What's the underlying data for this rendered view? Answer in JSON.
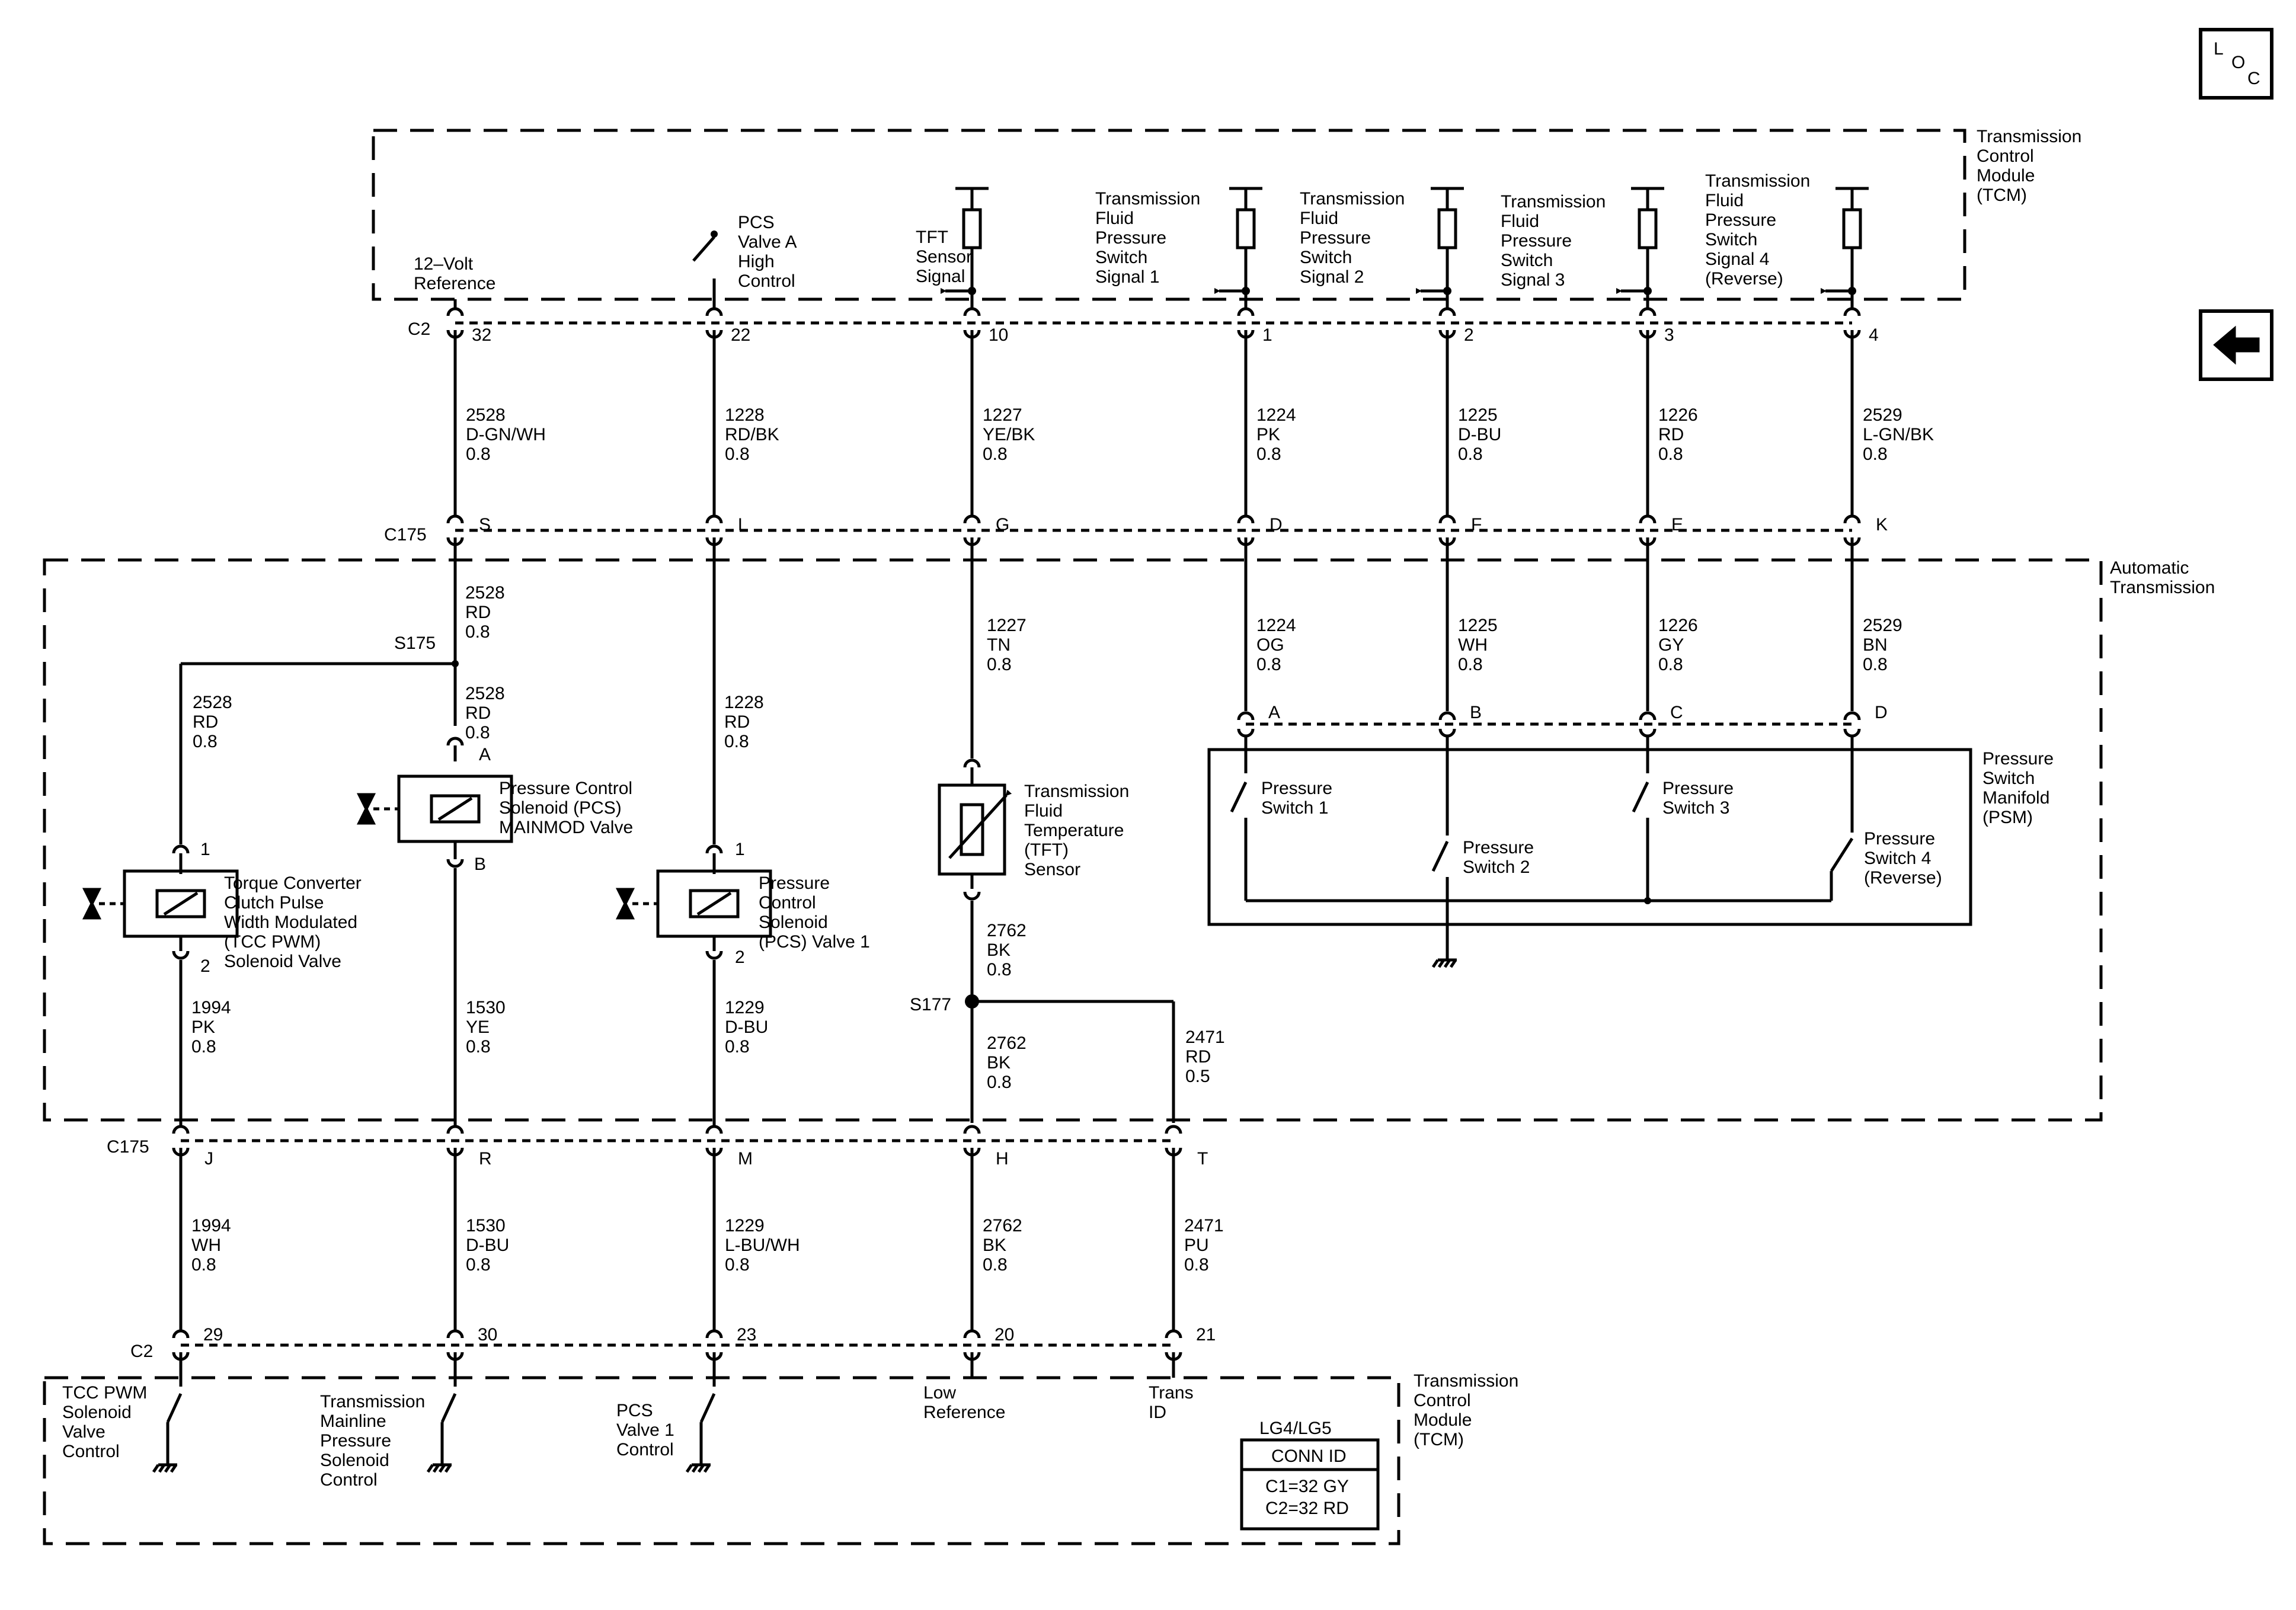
{
  "corner": {
    "loc_letters": [
      "L",
      "O",
      "C"
    ],
    "back_icon": "left-arrow-icon"
  },
  "modules": {
    "tcm_top": [
      "Transmission",
      "Control",
      "Module",
      "(TCM)"
    ],
    "auto_trans": [
      "Automatic",
      "Transmission"
    ],
    "psm": [
      "Pressure",
      "Switch",
      "Manifold",
      "(PSM)"
    ],
    "tcm_bottom": [
      "Transmission",
      "Control",
      "Module",
      "(TCM)"
    ]
  },
  "connectors": {
    "c2_top": "C2",
    "c175_top": "C175",
    "c175_bottom": "C175",
    "c2_bottom": "C2",
    "s175": "S175",
    "s177": "S177"
  },
  "top_signals": [
    [
      "12–Volt",
      "Reference"
    ],
    [
      "PCS",
      "Valve A",
      "High",
      "Control"
    ],
    [
      "TFT",
      "Sensor",
      "Signal"
    ],
    [
      "Transmission",
      "Fluid",
      "Pressure",
      "Switch",
      "Signal 1"
    ],
    [
      "Transmission",
      "Fluid",
      "Pressure",
      "Switch",
      "Signal 2"
    ],
    [
      "Transmission",
      "Fluid",
      "Pressure",
      "Switch",
      "Signal 3"
    ],
    [
      "Transmission",
      "Fluid",
      "Pressure",
      "Switch",
      "Signal 4",
      "(Reverse)"
    ]
  ],
  "c2_top_pins": [
    "32",
    "22",
    "10",
    "1",
    "2",
    "3",
    "4"
  ],
  "c175_top_pins": [
    "S",
    "L",
    "G",
    "D",
    "F",
    "E",
    "K"
  ],
  "upper_wires": [
    [
      "2528",
      "D-GN/WH",
      "0.8"
    ],
    [
      "1228",
      "RD/BK",
      "0.8"
    ],
    [
      "1227",
      "YE/BK",
      "0.8"
    ],
    [
      "1224",
      "PK",
      "0.8"
    ],
    [
      "1225",
      "D-BU",
      "0.8"
    ],
    [
      "1226",
      "RD",
      "0.8"
    ],
    [
      "2529",
      "L-GN/BK",
      "0.8"
    ]
  ],
  "inner_wires": {
    "w2528_a": [
      "2528",
      "RD",
      "0.8"
    ],
    "w2528_b": [
      "2528",
      "RD",
      "0.8"
    ],
    "w2528_c": [
      "2528",
      "RD",
      "0.8"
    ],
    "w1228": [
      "1228",
      "RD",
      "0.8"
    ],
    "w1227": [
      "1227",
      "TN",
      "0.8"
    ],
    "w1224": [
      "1224",
      "OG",
      "0.8"
    ],
    "w1225": [
      "1225",
      "WH",
      "0.8"
    ],
    "w1226": [
      "1226",
      "GY",
      "0.8"
    ],
    "w2529": [
      "2529",
      "BN",
      "0.8"
    ],
    "w1994": [
      "1994",
      "PK",
      "0.8"
    ],
    "w1530": [
      "1530",
      "YE",
      "0.8"
    ],
    "w1229": [
      "1229",
      "D-BU",
      "0.8"
    ],
    "w2762_a": [
      "2762",
      "BK",
      "0.8"
    ],
    "w2762_b": [
      "2762",
      "BK",
      "0.8"
    ],
    "w2471": [
      "2471",
      "RD",
      "0.5"
    ]
  },
  "psm_pins": [
    "A",
    "B",
    "C",
    "D"
  ],
  "components": {
    "pcs_mainmod": [
      "Pressure Control",
      "Solenoid (PCS)",
      "MAINMOD Valve"
    ],
    "tcc_pwm": [
      "Torque Converter",
      "Clutch Pulse",
      "Width Modulated",
      "(TCC PWM)",
      "Solenoid Valve"
    ],
    "pcs_valve1": [
      "Pressure",
      "Control",
      "Solenoid",
      "(PCS) Valve 1"
    ],
    "tft_sensor": [
      "Transmission",
      "Fluid",
      "Temperature",
      "(TFT)",
      "Sensor"
    ],
    "ps1": [
      "Pressure",
      "Switch 1"
    ],
    "ps2": [
      "Pressure",
      "Switch 2"
    ],
    "ps3": [
      "Pressure",
      "Switch 3"
    ],
    "ps4": [
      "Pressure",
      "Switch 4",
      "(Reverse)"
    ]
  },
  "comp_pins": {
    "mainmod_a": "A",
    "mainmod_b": "B",
    "tcc_1": "1",
    "tcc_2": "2",
    "pcs1_1": "1",
    "pcs1_2": "2"
  },
  "c175_bottom_pins": [
    "J",
    "R",
    "M",
    "H",
    "T"
  ],
  "lower_wires": [
    [
      "1994",
      "WH",
      "0.8"
    ],
    [
      "1530",
      "D-BU",
      "0.8"
    ],
    [
      "1229",
      "L-BU/WH",
      "0.8"
    ],
    [
      "2762",
      "BK",
      "0.8"
    ],
    [
      "2471",
      "PU",
      "0.8"
    ]
  ],
  "c2_bottom_pins": [
    "29",
    "30",
    "23",
    "20",
    "21"
  ],
  "bottom_signals": [
    [
      "TCC PWM",
      "Solenoid",
      "Valve",
      "Control"
    ],
    [
      "Transmission",
      "Mainline",
      "Pressure",
      "Solenoid",
      "Control"
    ],
    [
      "PCS",
      "Valve 1",
      "Control"
    ],
    [
      "Low",
      "Reference"
    ],
    [
      "Trans",
      "ID"
    ]
  ],
  "conn_box": {
    "variant": "LG4/LG5",
    "title": "CONN ID",
    "lines": [
      "C1=32 GY",
      "C2=32 RD"
    ]
  }
}
